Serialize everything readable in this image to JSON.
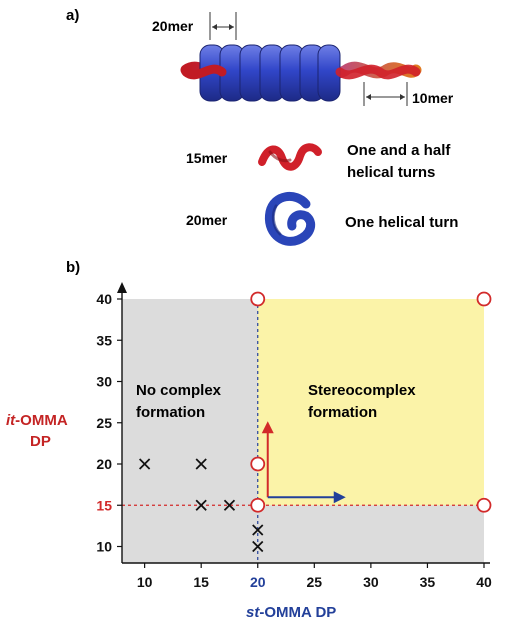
{
  "panel_a": {
    "label": "a)",
    "dim_20mer": "20mer",
    "dim_10mer": "10mer",
    "legend": [
      {
        "name": "15mer",
        "desc_lines": [
          "One and a half",
          "helical turns"
        ],
        "icon": "red-helix-icon",
        "color": "#d0202a"
      },
      {
        "name": "20mer",
        "desc_lines": [
          "One helical turn"
        ],
        "icon": "blue-helix-icon",
        "color": "#2a45b8"
      }
    ]
  },
  "panel_b": {
    "label": "b)",
    "x_axis_title_italic": "st",
    "x_axis_title_rest": "-OMMA DP",
    "y_axis_title_italic": "it",
    "y_axis_title_rest": "-OMMA",
    "y_axis_title_line2": "DP",
    "region_no_complex": [
      "No complex",
      "formation"
    ],
    "region_stereocomplex": [
      "Stereocomplex",
      "formation"
    ]
  },
  "chart_data": {
    "type": "scatter",
    "xlim": [
      8,
      40
    ],
    "ylim": [
      8,
      40
    ],
    "x_ticks": [
      10,
      15,
      20,
      25,
      30,
      35,
      40
    ],
    "y_ticks": [
      10,
      15,
      20,
      25,
      30,
      35,
      40
    ],
    "x_tick_labels": [
      "10",
      "15",
      "20",
      "25",
      "30",
      "35",
      "40"
    ],
    "y_tick_labels": [
      "10",
      "15",
      "20",
      "25",
      "30",
      "35",
      "40"
    ],
    "highlight_x": 20,
    "highlight_y": 15,
    "grid": false,
    "no_complex_points": [
      [
        10,
        20
      ],
      [
        15,
        20
      ],
      [
        15,
        15
      ],
      [
        17.5,
        15
      ],
      [
        20,
        12
      ],
      [
        20,
        10
      ]
    ],
    "complex_points": [
      [
        20,
        40
      ],
      [
        40,
        40
      ],
      [
        20,
        20
      ],
      [
        20,
        15
      ],
      [
        40,
        15
      ]
    ],
    "colors": {
      "no_complex_region": "#dcdcdc",
      "stereocomplex_region": "#fbf3a8",
      "complex_marker": "#d22a2a",
      "x_accent": "#23409a",
      "y_accent": "#d22a2a"
    }
  }
}
